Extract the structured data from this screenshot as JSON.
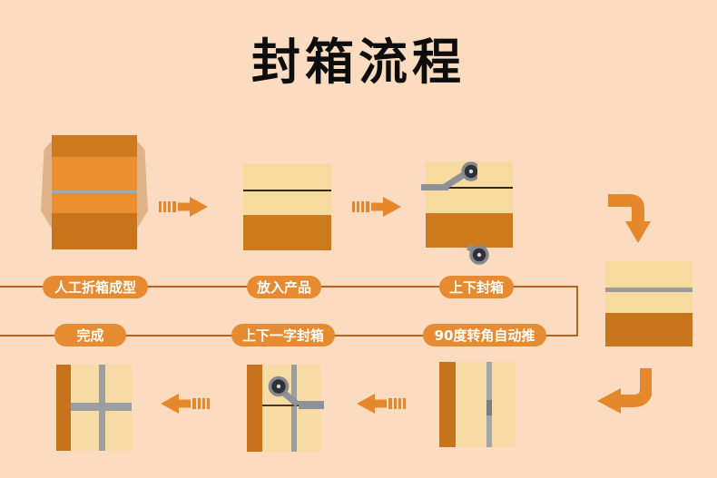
{
  "title": "封箱流程",
  "steps": [
    {
      "label": "人工折箱成型"
    },
    {
      "label": "放入产品"
    },
    {
      "label": "上下封箱"
    },
    {
      "label": "90度转角自动推"
    },
    {
      "label": "上下一字封箱"
    },
    {
      "label": "完成"
    }
  ],
  "colors": {
    "bg": "#fcdcc1",
    "title_text": "#0d0d0d",
    "pill_bg": "#e78b32",
    "pill_text": "#ffffff",
    "arrow": "#e5882c",
    "flow_line": "#b9641e",
    "carton_dark": "#ce7a1e",
    "carton_bright": "#ec8e2e",
    "carton_bottom": "#c9751c",
    "carton_cream": "#f7db9e",
    "carton_side": "#c8721c",
    "tape_gray": "#9b9fa2",
    "tape_dark": "#7b7d80",
    "seam_line": "#332817",
    "roller_body": "#303138",
    "flap": "#e0b287"
  }
}
